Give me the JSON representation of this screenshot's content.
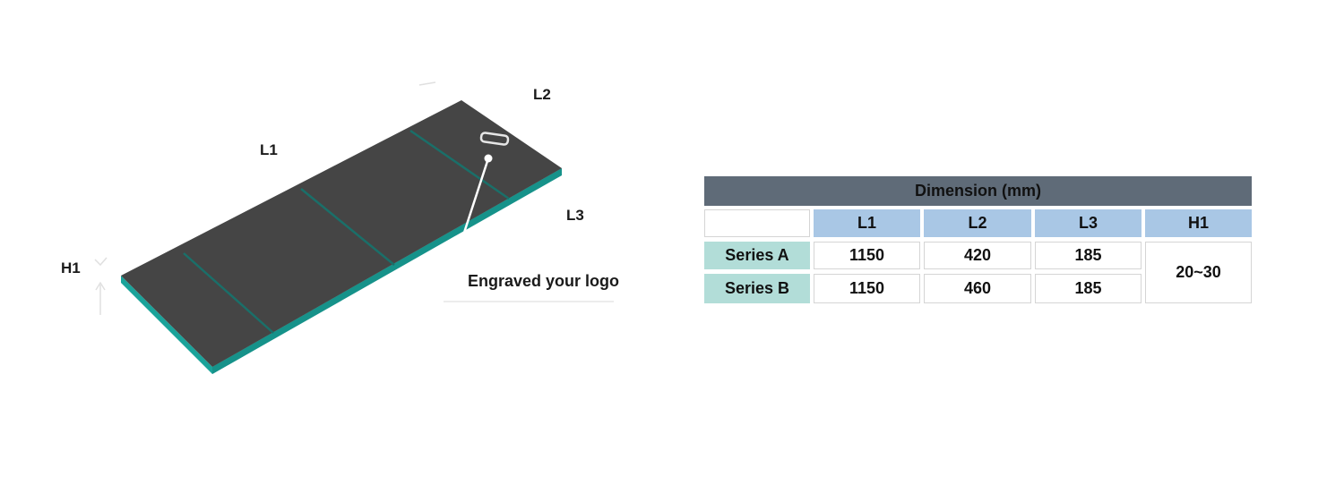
{
  "diagram": {
    "labels": {
      "l1": "L1",
      "l2": "L2",
      "l3": "L3",
      "h1": "H1"
    },
    "callout": "Engraved your logo",
    "colors": {
      "top_surface": "#454545",
      "side_edge": "#1aa39a",
      "side_edge_dark": "#137d77"
    }
  },
  "table": {
    "title": "Dimension (mm)",
    "columns": [
      "L1",
      "L2",
      "L3",
      "H1"
    ],
    "rows": [
      {
        "series": "Series A",
        "l1": "1150",
        "l2": "420",
        "l3": "185"
      },
      {
        "series": "Series B",
        "l1": "1150",
        "l2": "460",
        "l3": "185"
      }
    ],
    "h1_value": "20~30",
    "colors": {
      "title_bg": "#5f6b78",
      "header_bg": "#a9c7e5",
      "row_header_bg": "#b2ddd8"
    }
  }
}
